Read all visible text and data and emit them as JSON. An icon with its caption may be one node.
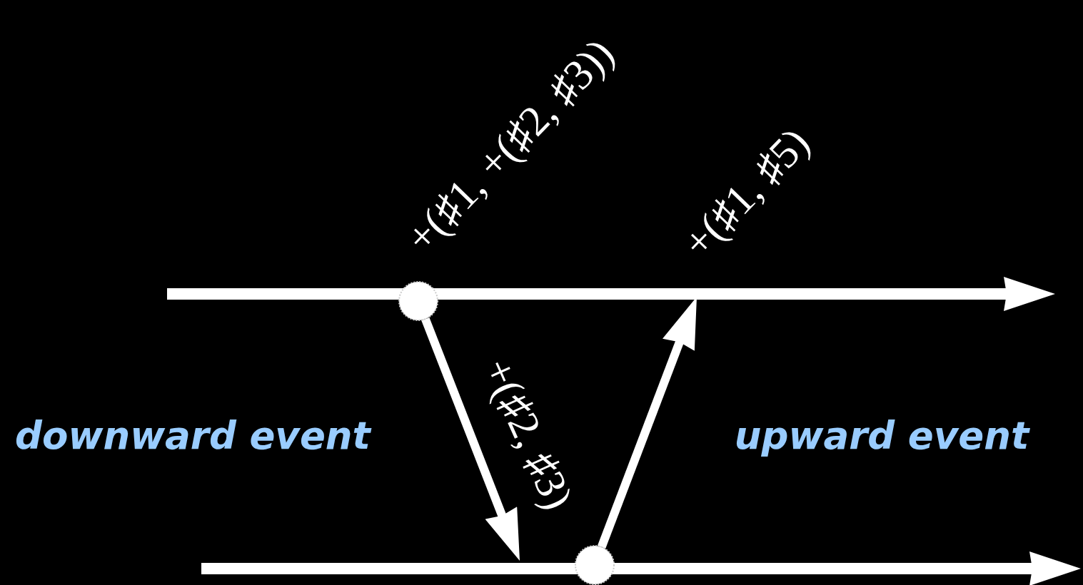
{
  "diagram": {
    "nodes": [
      {
        "text": [],
        "shape": "circle",
        "beside": [
          "+(♯1, +(♯2, ♯3))"
        ]
      },
      {
        "text": [],
        "shape": "circle"
      }
    ],
    "edges": [
      {
        "from": 0,
        "to": null,
        "arrow": "to",
        "label": "+(♯2, ♯3)"
      },
      {
        "from": 1,
        "to": null,
        "arrow": "to"
      }
    ],
    "labels": [
      "+(♯1, ♯5)",
      "downward event",
      "upward event"
    ]
  }
}
